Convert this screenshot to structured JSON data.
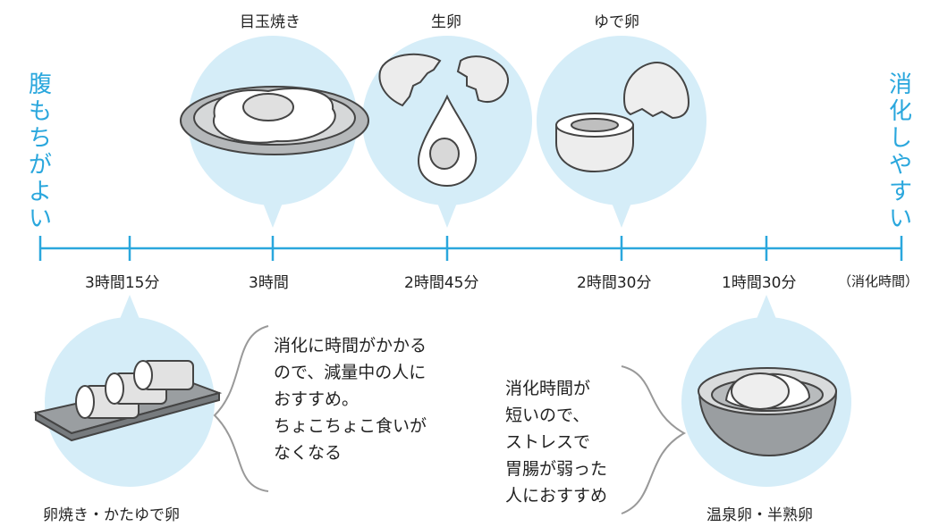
{
  "axis": {
    "left_label": "腹もちがよい",
    "right_label": "消化しやすい",
    "unit_label": "（消化時間）"
  },
  "top_items": [
    {
      "name": "目玉焼き",
      "time": "3時間"
    },
    {
      "name": "生卵",
      "time": "2時間45分"
    },
    {
      "name": "ゆで卵",
      "time": "2時間30分"
    }
  ],
  "bottom_items": [
    {
      "name": "卵焼き・かたゆで卵",
      "time": "3時間15分",
      "note": "消化に時間がかかる\nので、減量中の人に\nおすすめ。\nちょこちょこ食いが\nなくなる"
    },
    {
      "name": "温泉卵・半熟卵",
      "time": "1時間30分",
      "note": "消化時間が\n短いので、\nストレスで\n胃腸が弱った\n人におすすめ"
    }
  ],
  "colors": {
    "accent": "#2aa7dd",
    "bubble": "#d5edf8"
  },
  "icons": [
    "fried-egg-icon",
    "raw-egg-icon",
    "boiled-egg-icon",
    "rolled-omelet-icon",
    "onsen-egg-icon"
  ]
}
